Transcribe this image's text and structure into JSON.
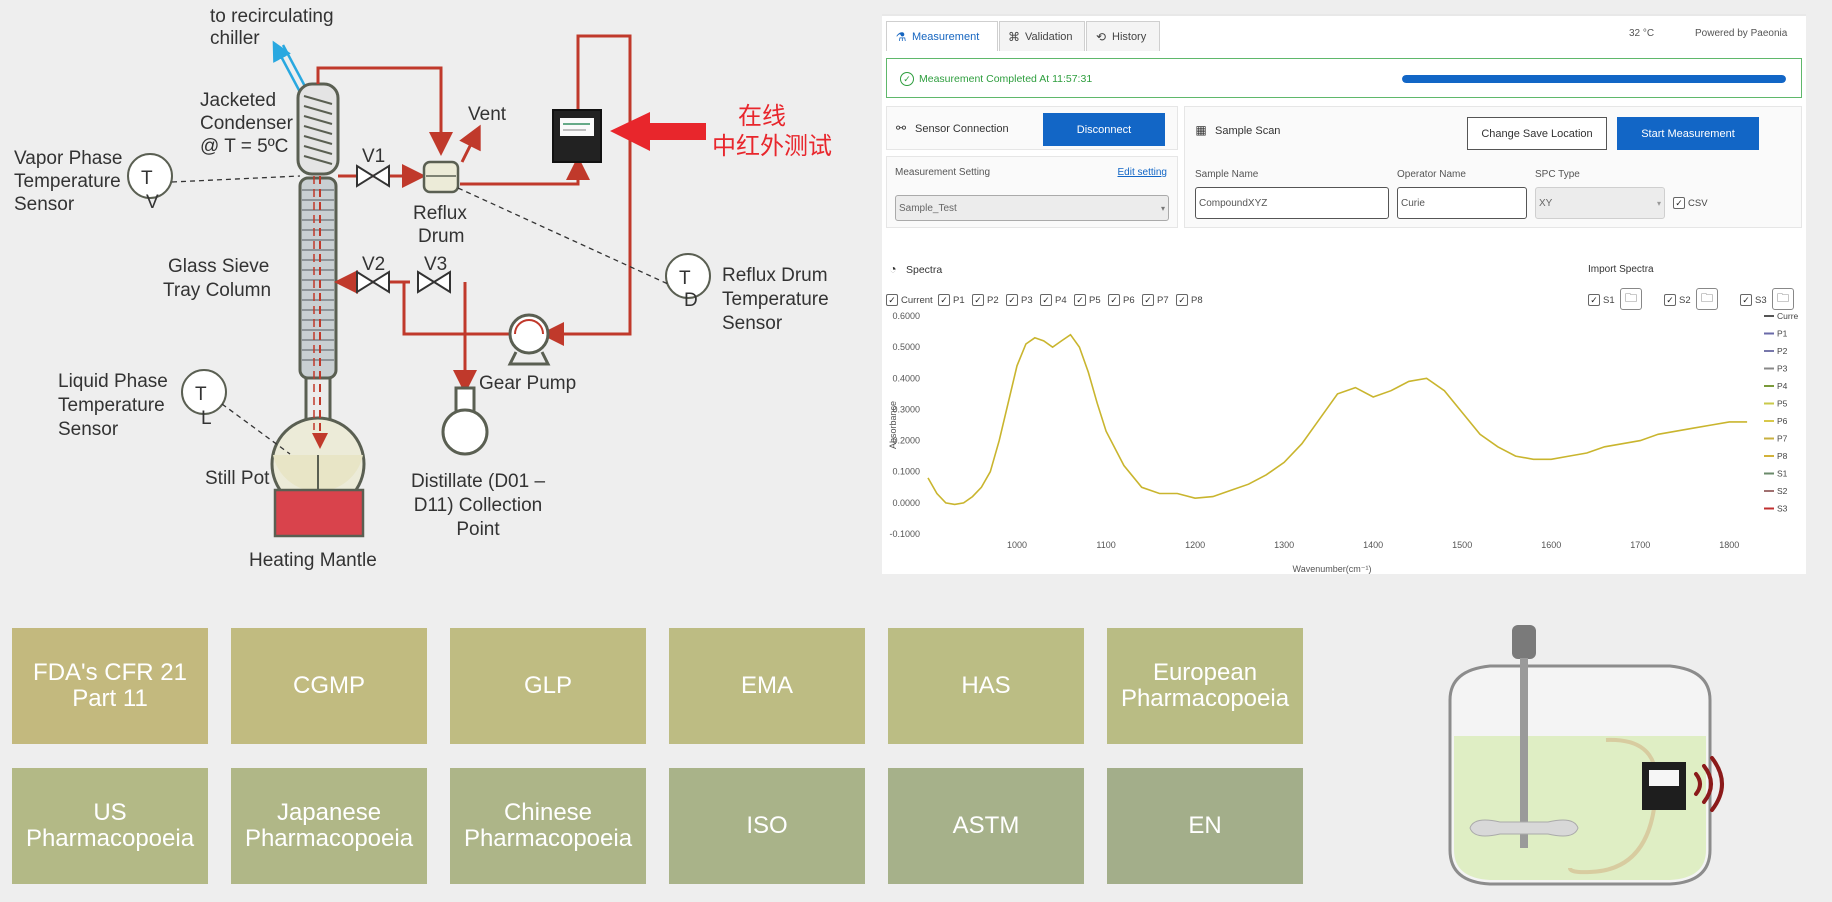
{
  "diagram": {
    "labels": {
      "chiller": [
        "to recirculating",
        "chiller"
      ],
      "condenser": [
        "Jacketed",
        "Condenser",
        "@ T = 5ºC"
      ],
      "vapor_sensor": [
        "Vapor Phase",
        "Temperature",
        "Sensor"
      ],
      "column": [
        "Glass Sieve",
        "Tray Column"
      ],
      "liquid_sensor": [
        "Liquid Phase",
        "Temperature",
        "Sensor"
      ],
      "still_pot": "Still Pot",
      "heating_mantle": "Heating Mantle",
      "v1": "V1",
      "v2": "V2",
      "v3": "V3",
      "vent": "Vent",
      "reflux_drum": [
        "Reflux",
        "Drum"
      ],
      "reflux_sensor": [
        "Reflux Drum",
        "Temperature",
        "Sensor"
      ],
      "gear_pump": "Gear Pump",
      "distillate": [
        "Distillate (D01 –",
        "D11) Collection",
        "Point"
      ],
      "online_ir": [
        "在线",
        "中红外测试"
      ],
      "sensor_t": "T",
      "sensor_v": "V",
      "sensor_d": "D",
      "sensor_l": "L"
    },
    "colors": {
      "pipe": "#c0392b",
      "arrow": "#e8262c",
      "cooling": "#29a8e0",
      "mantle": "#d9434c",
      "vessel": "#5a5f52"
    }
  },
  "app": {
    "tabs": [
      {
        "label": "Measurement",
        "icon": "flask-icon"
      },
      {
        "label": "Validation",
        "icon": "fingerprint-icon"
      },
      {
        "label": "History",
        "icon": "history-icon"
      }
    ],
    "temperature": "32 °C",
    "powered_by": "Powered by Paeonia",
    "status": {
      "text": "Measurement Completed At 11:57:31",
      "progress": 1.0,
      "color": "#2e9e3e"
    },
    "sensor": {
      "title": "Sensor Connection",
      "disconnect": "Disconnect"
    },
    "setting": {
      "title": "Measurement Setting",
      "edit": "Edit setting",
      "selected": "Sample_Test"
    },
    "scan": {
      "title": "Sample Scan",
      "change_location": "Change Save Location",
      "start": "Start Measurement",
      "sample_name_label": "Sample Name",
      "sample_name": "CompoundXYZ",
      "operator_label": "Operator Name",
      "operator": "Curie",
      "spc_label": "SPC Type",
      "spc": "XY",
      "csv": "CSV"
    },
    "spectra": {
      "title": "Spectra",
      "checks": [
        "Current",
        "P1",
        "P2",
        "P3",
        "P4",
        "P5",
        "P6",
        "P7",
        "P8"
      ],
      "import_title": "Import Spectra",
      "imports": [
        "S1",
        "S2",
        "S3"
      ]
    },
    "accent": "#1266c6"
  },
  "chart_data": {
    "type": "line",
    "xlabel": "Wavenumber(cm⁻¹)",
    "ylabel": "Absorbance",
    "xlim": [
      900,
      1830
    ],
    "ylim": [
      -0.1,
      0.6
    ],
    "yticks": [
      "0.6000",
      "0.5000",
      "0.4000",
      "0.3000",
      "0.2000",
      "0.1000",
      "0.0000",
      "-0.1000"
    ],
    "xticks": [
      "1000",
      "1100",
      "1200",
      "1300",
      "1400",
      "1500",
      "1600",
      "1700",
      "1800"
    ],
    "legend": [
      "Curre",
      "P1",
      "P2",
      "P3",
      "P4",
      "P5",
      "P6",
      "P7",
      "P8",
      "S1",
      "S2",
      "S3"
    ],
    "legend_colors": [
      "#555555",
      "#6a6aa8",
      "#7777aa",
      "#888888",
      "#7a9a3a",
      "#c9c94a",
      "#d8c84a",
      "#c8b040",
      "#d2b23a",
      "#6a8a6a",
      "#a07070",
      "#c03030"
    ],
    "series": [
      {
        "color": "#c9b52e",
        "x": [
          900,
          910,
          920,
          930,
          940,
          950,
          960,
          970,
          980,
          990,
          1000,
          1010,
          1020,
          1030,
          1040,
          1050,
          1060,
          1070,
          1080,
          1090,
          1100,
          1120,
          1140,
          1160,
          1180,
          1200,
          1220,
          1240,
          1260,
          1280,
          1300,
          1320,
          1340,
          1360,
          1380,
          1400,
          1420,
          1440,
          1460,
          1480,
          1500,
          1520,
          1540,
          1560,
          1580,
          1600,
          1620,
          1640,
          1660,
          1680,
          1700,
          1720,
          1740,
          1760,
          1780,
          1800,
          1820
        ],
        "y": [
          0.08,
          0.03,
          0.0,
          -0.005,
          0.0,
          0.02,
          0.05,
          0.1,
          0.2,
          0.32,
          0.44,
          0.51,
          0.53,
          0.52,
          0.5,
          0.52,
          0.54,
          0.5,
          0.42,
          0.32,
          0.23,
          0.12,
          0.05,
          0.03,
          0.03,
          0.015,
          0.02,
          0.04,
          0.06,
          0.09,
          0.13,
          0.19,
          0.27,
          0.35,
          0.37,
          0.34,
          0.36,
          0.39,
          0.4,
          0.36,
          0.29,
          0.22,
          0.18,
          0.15,
          0.14,
          0.14,
          0.15,
          0.16,
          0.18,
          0.19,
          0.2,
          0.22,
          0.23,
          0.24,
          0.25,
          0.26,
          0.26
        ]
      }
    ]
  },
  "standards": [
    {
      "label": "FDA's CFR 21 Part 11",
      "color": "#c3b97e"
    },
    {
      "label": "CGMP",
      "color": "#c1bb80"
    },
    {
      "label": "GLP",
      "color": "#bfbc82"
    },
    {
      "label": "EMA",
      "color": "#bdbc83"
    },
    {
      "label": "HAS",
      "color": "#bbbd84"
    },
    {
      "label": "European Pharmacopoeia",
      "color": "#b9bc84"
    },
    {
      "label": "US Pharmacopoeia",
      "color": "#b3b986"
    },
    {
      "label": "Japanese Pharmacopoeia",
      "color": "#b0b787"
    },
    {
      "label": "Chinese Pharmacopoeia",
      "color": "#adb588"
    },
    {
      "label": "ISO",
      "color": "#a9b389"
    },
    {
      "label": "ASTM",
      "color": "#a6b18a"
    },
    {
      "label": "EN",
      "color": "#a3ae8a"
    }
  ],
  "reactor": {
    "liquid_color": "#dfeec4",
    "wave_color": "#8b1a1a"
  }
}
